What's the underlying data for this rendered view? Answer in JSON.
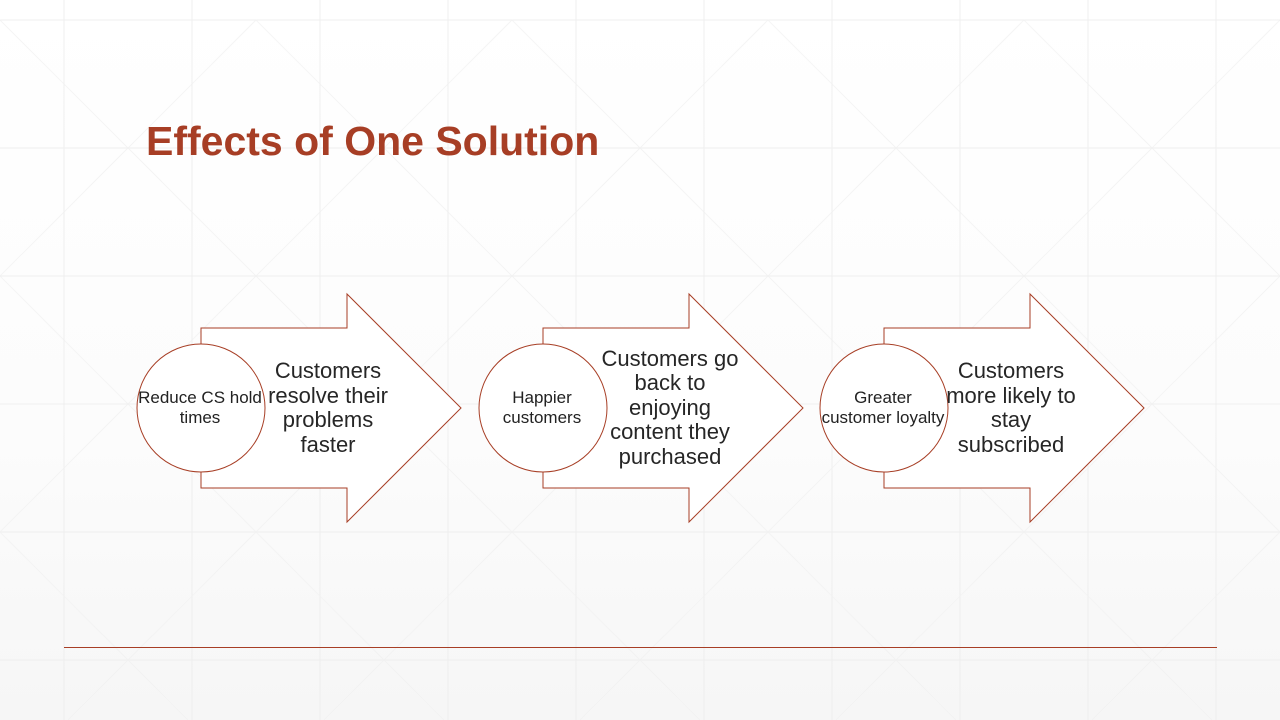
{
  "slide": {
    "title": "Effects of One Solution"
  },
  "colors": {
    "accent": "#A73E25",
    "text": "#262626",
    "background": "#FFFFFF",
    "grid": "#ECECEC"
  },
  "steps": [
    {
      "cause": "Reduce CS hold times",
      "effect": "Customers resolve their problems faster"
    },
    {
      "cause": "Happier customers",
      "effect": "Customers go back to enjoying content they purchased"
    },
    {
      "cause": "Greater customer loyalty",
      "effect": "Customers more likely to stay subscribed"
    }
  ]
}
